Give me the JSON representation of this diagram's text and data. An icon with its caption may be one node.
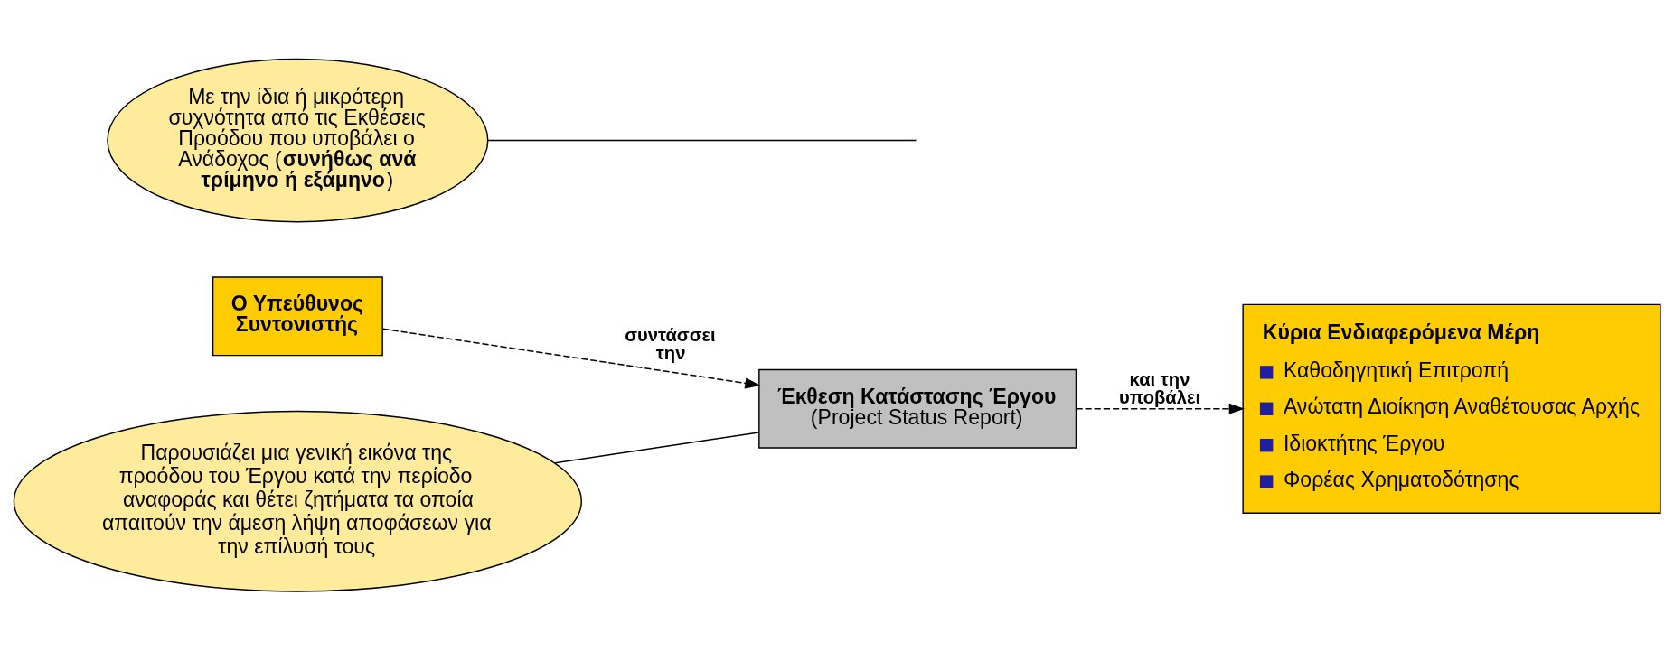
{
  "diagram": {
    "nodes": [
      {
        "text": [
          "Ο Υπεύθυνος Συντονιστής"
        ]
      },
      {
        "text": [
          "Έκθεση Κατάστασης Έργου",
          "(Project Status Report)"
        ]
      },
      {
        "text": [
          "Κύρια Ενδιαφερόμενα Μέρη",
          "Καθοδηγητική Επιτροπή",
          "Ανώτατη Διοίκηση Αναθέτουσας Αρχής",
          "Ιδιοκτήτης Έργου",
          "Φορέας Χρηματοδότησης"
        ]
      },
      {
        "text": [
          "Με την ίδια ή μικρότερη συχνότητα από τις Εκθέσεις Προόδου που υποβάλει ο Ανάδοχος (**συνήθως ανά τρίμηνο ή εξάμηνο**)"
        ]
      },
      {
        "text": [
          "Παρουσιάζει μια γενική εικόνα της προόδου του Έργου κατά την περίοδο αναφοράς και θέτει ζητήματα τα οποία απαιτούν την άμεση λήψη αποφάσεων για την επίλυσή τους"
        ]
      }
    ],
    "edges": [
      {
        "from": 0,
        "to": 1,
        "arrow": "to",
        "label": "συντάσσει την",
        "style": "dashed"
      },
      {
        "from": 1,
        "to": 2,
        "arrow": "to",
        "label": "και την υποβάλει",
        "style": "dashed"
      },
      {
        "from": 3,
        "to": null,
        "arrow": "none"
      },
      {
        "from": 4,
        "to": 1,
        "arrow": "none"
      }
    ]
  }
}
